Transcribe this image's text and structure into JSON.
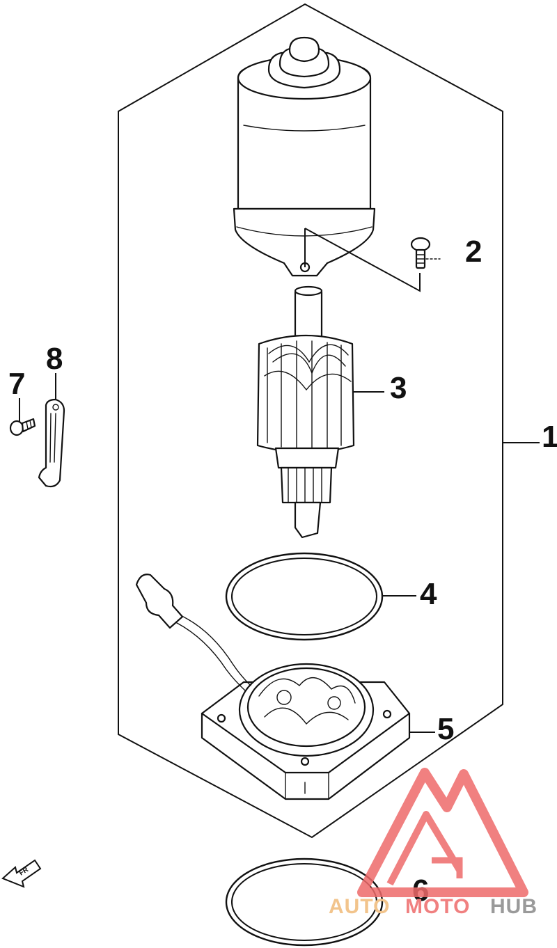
{
  "diagram": {
    "callouts": [
      {
        "id": "c1",
        "label": "1"
      },
      {
        "id": "c2",
        "label": "2"
      },
      {
        "id": "c3",
        "label": "3"
      },
      {
        "id": "c4",
        "label": "4"
      },
      {
        "id": "c5",
        "label": "5"
      },
      {
        "id": "c6",
        "label": "6"
      },
      {
        "id": "c7",
        "label": "7"
      },
      {
        "id": "c8",
        "label": "8"
      }
    ],
    "front_arrow": "FR",
    "icons": {
      "front_arrow": "front-direction-arrow-icon",
      "watermark_logo": "automotohub-logo-icon"
    }
  },
  "watermark": {
    "part1": "AUTO",
    "part2": "MOTO",
    "part3": "HUB",
    "colors": {
      "part1": "#f2c48c",
      "part2": "#f08080",
      "part3": "#9a9a9a",
      "logo": "#ee6a6a"
    }
  }
}
